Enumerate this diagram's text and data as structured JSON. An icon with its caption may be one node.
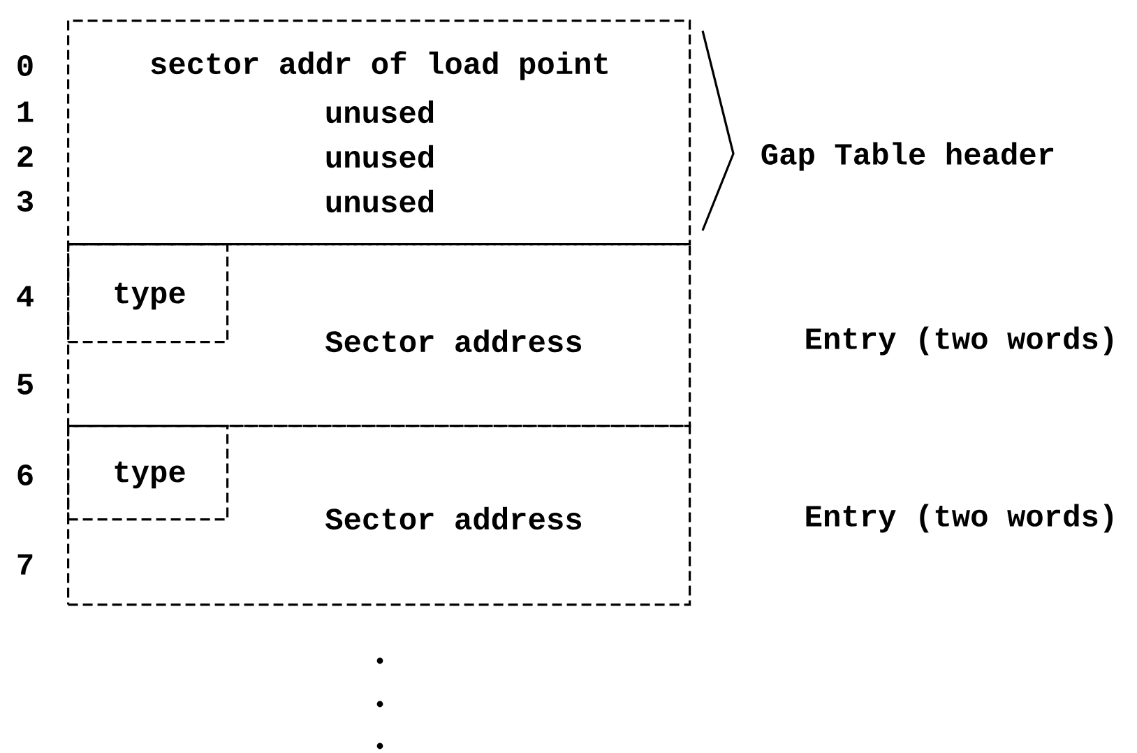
{
  "diagram": {
    "nodes": [
      {
        "text": [
          "sector addr of load point",
          "unused",
          "unused",
          "unused"
        ],
        "beside": [
          "Gap Table header"
        ]
      },
      {
        "text": [
          "Sector address"
        ],
        "beside": [
          "Entry (two words)"
        ]
      },
      {
        "text": [
          "type"
        ],
        "in": 1
      },
      {
        "text": [
          "Sector address"
        ],
        "beside": [
          "Entry (two words)"
        ]
      },
      {
        "text": [
          "type"
        ],
        "in": 3
      }
    ],
    "labels": [
      "0",
      "1",
      "2",
      "3",
      "4",
      "5",
      "6",
      "7"
    ]
  }
}
